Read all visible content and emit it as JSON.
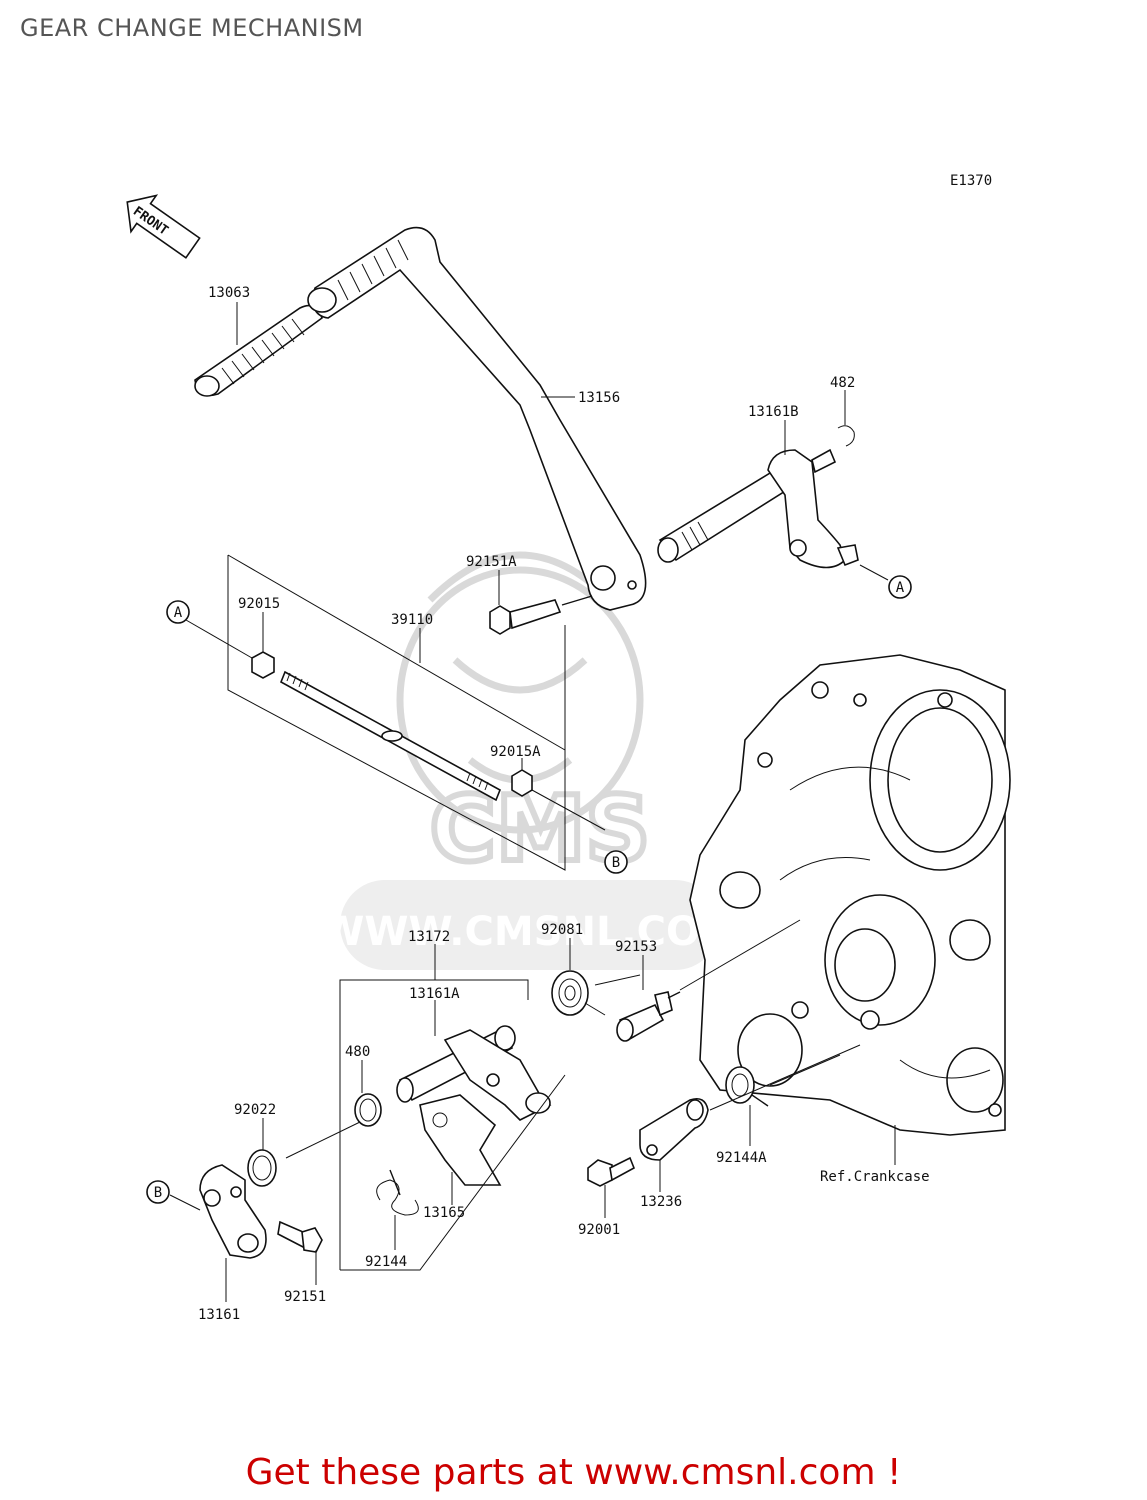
{
  "title": "GEAR CHANGE MECHANISM",
  "diagram_code": "E1370",
  "front_label": "FRONT",
  "ref_label": "Ref.Crankcase",
  "watermark": "WWW.CMSNL.COM",
  "watermark_logo": "CMS",
  "footer": "Get these parts at www.cmsnl.com !",
  "callouts": {
    "A": "A",
    "B": "B"
  },
  "parts": [
    {
      "id": "p13063",
      "no": "13063"
    },
    {
      "id": "p13156",
      "no": "13156"
    },
    {
      "id": "p482",
      "no": "482"
    },
    {
      "id": "p13161B",
      "no": "13161B"
    },
    {
      "id": "p92151A",
      "no": "92151A"
    },
    {
      "id": "p92015",
      "no": "92015"
    },
    {
      "id": "p39110",
      "no": "39110"
    },
    {
      "id": "p92015A",
      "no": "92015A"
    },
    {
      "id": "p13172",
      "no": "13172"
    },
    {
      "id": "p92081",
      "no": "92081"
    },
    {
      "id": "p92153",
      "no": "92153"
    },
    {
      "id": "p13161A",
      "no": "13161A"
    },
    {
      "id": "p480",
      "no": "480"
    },
    {
      "id": "p92022",
      "no": "92022"
    },
    {
      "id": "p13165",
      "no": "13165"
    },
    {
      "id": "p92144",
      "no": "92144"
    },
    {
      "id": "p92151",
      "no": "92151"
    },
    {
      "id": "p13161",
      "no": "13161"
    },
    {
      "id": "p92001",
      "no": "92001"
    },
    {
      "id": "p13236",
      "no": "13236"
    },
    {
      "id": "p92144A",
      "no": "92144A"
    }
  ]
}
